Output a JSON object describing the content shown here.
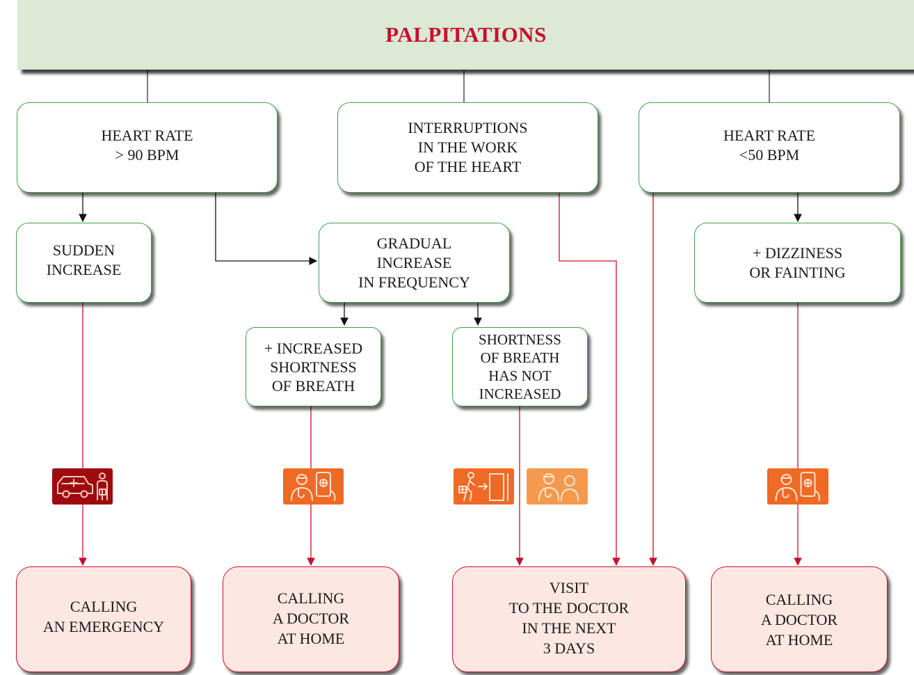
{
  "title": "PALPITATIONS",
  "nodes": {
    "heart_rate_high": "HEART RATE\n> 90 BPM",
    "interruptions": "INTERRUPTIONS\nIN THE WORK\nOF THE HEART",
    "heart_rate_low": "HEART RATE\n<50 BPM",
    "sudden_increase": "SUDDEN\nINCREASE",
    "gradual_increase": "GRADUAL\nINCREASE\nIN FREQUENCY",
    "dizziness": "+ DIZZINESS\nOR FAINTING",
    "increased_sob": "+ INCREASED\nSHORTNESS\nOF BREATH",
    "sob_not_increased": "SHORTNESS\nOF BREATH\nHAS NOT\nINCREASED"
  },
  "outcomes": {
    "emergency": "CALLING\nAN EMERGENCY",
    "doctor_home_1": "CALLING\nA DOCTOR\nAT HOME",
    "visit_doctor": "VISIT\nTO THE DOCTOR\nIN THE NEXT\n3 DAYS",
    "doctor_home_2": "CALLING\nA DOCTOR\nAT HOME"
  },
  "icons": {
    "emergency": "ambulance-paramedic-icon",
    "telemedicine": "doctor-phone-icon",
    "clinic_visit": "walk-to-clinic-icon",
    "consultation": "doctor-patient-icon"
  },
  "colors": {
    "title": "#c8102e",
    "header_bg": "#dbe9d5",
    "green_border": "#3ca04a",
    "red_line": "#c8102e",
    "outcome_bg": "#fde7e2",
    "icon_emergency": "#9e0b0f",
    "icon_orange": "#ef6a25",
    "icon_light_orange": "#f39a4f"
  }
}
